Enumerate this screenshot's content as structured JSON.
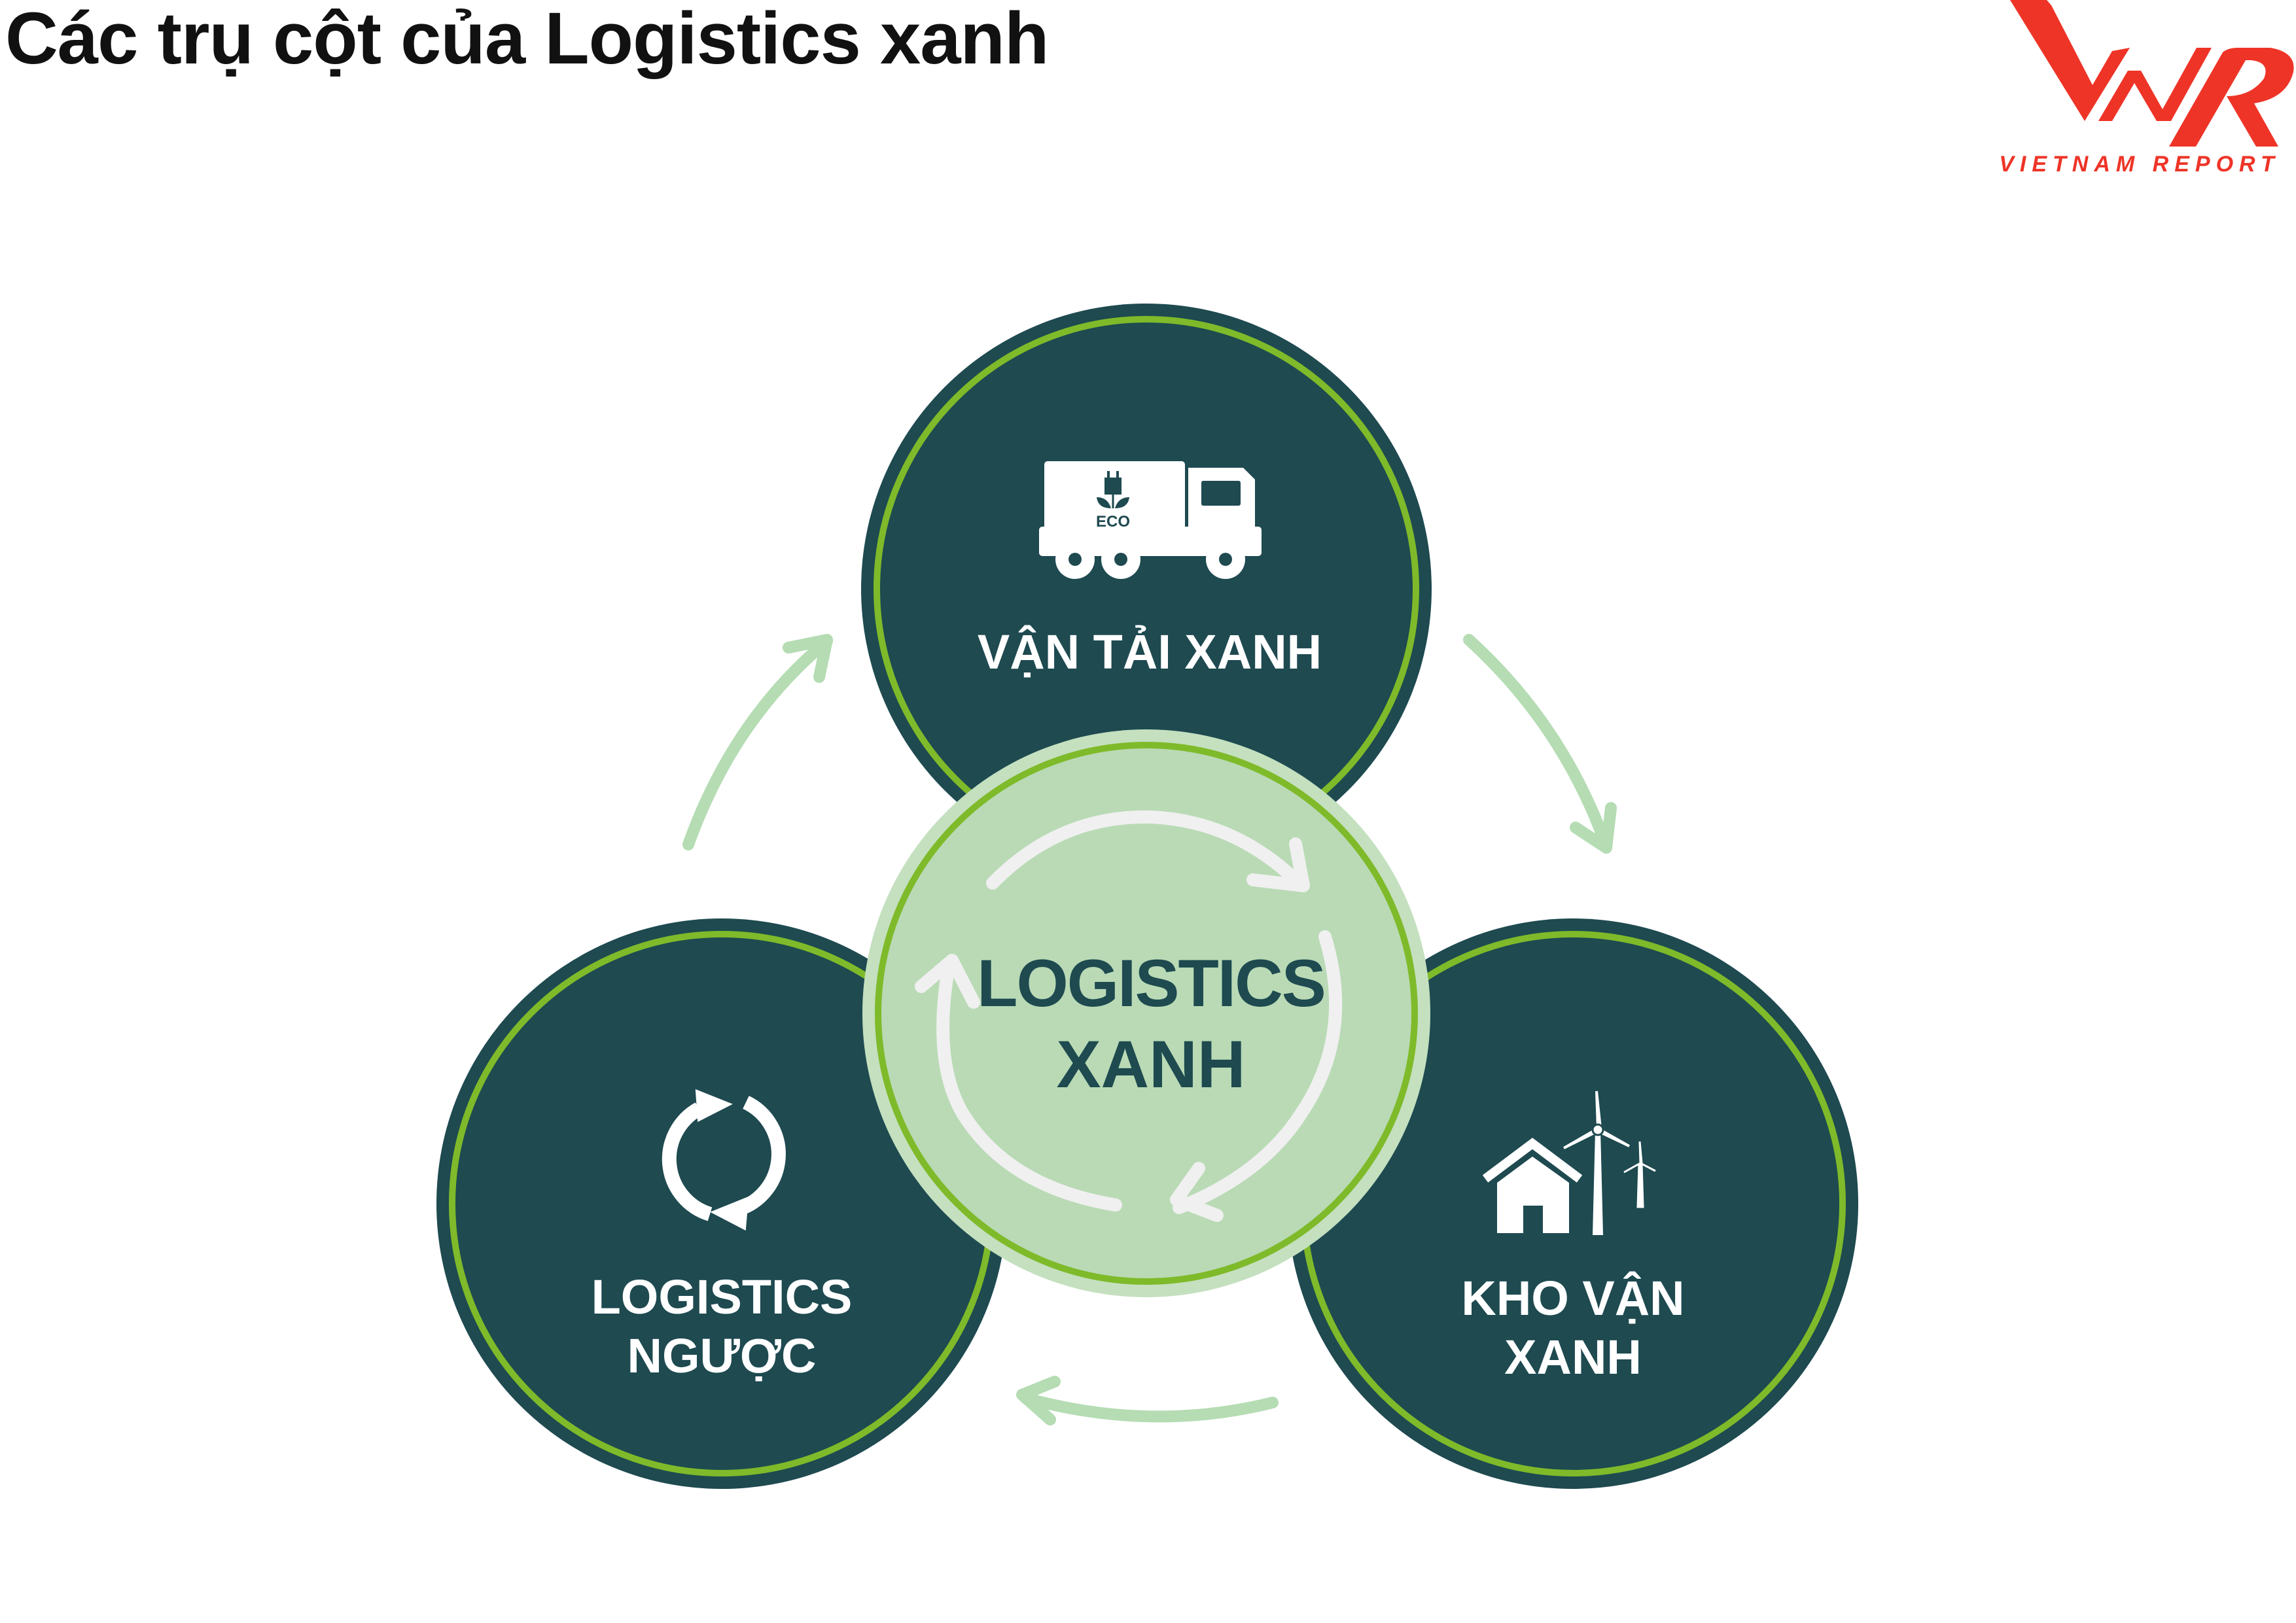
{
  "title": "Các trụ cột của Logistics xanh",
  "logo": {
    "mark": "VNR",
    "text": "VIETNAM REPORT"
  },
  "center": {
    "line1": "LOGISTICS",
    "line2": "XANH"
  },
  "pillars": [
    {
      "line1": "VẬN TẢI XANH",
      "icon": "eco-truck-icon",
      "badge": "ECO"
    },
    {
      "line1": "LOGISTICS",
      "line2": "NGƯỢC",
      "icon": "recycle-icon"
    },
    {
      "line1": "KHO VẬN",
      "line2": "XANH",
      "icon": "warehouse-wind-turbine-icon"
    }
  ],
  "colors": {
    "dark": "#1e4a50",
    "ring": "#7fba2a",
    "light": "#b9dab5",
    "arrow": "#b5dcb3",
    "logo": "#ee3427"
  }
}
